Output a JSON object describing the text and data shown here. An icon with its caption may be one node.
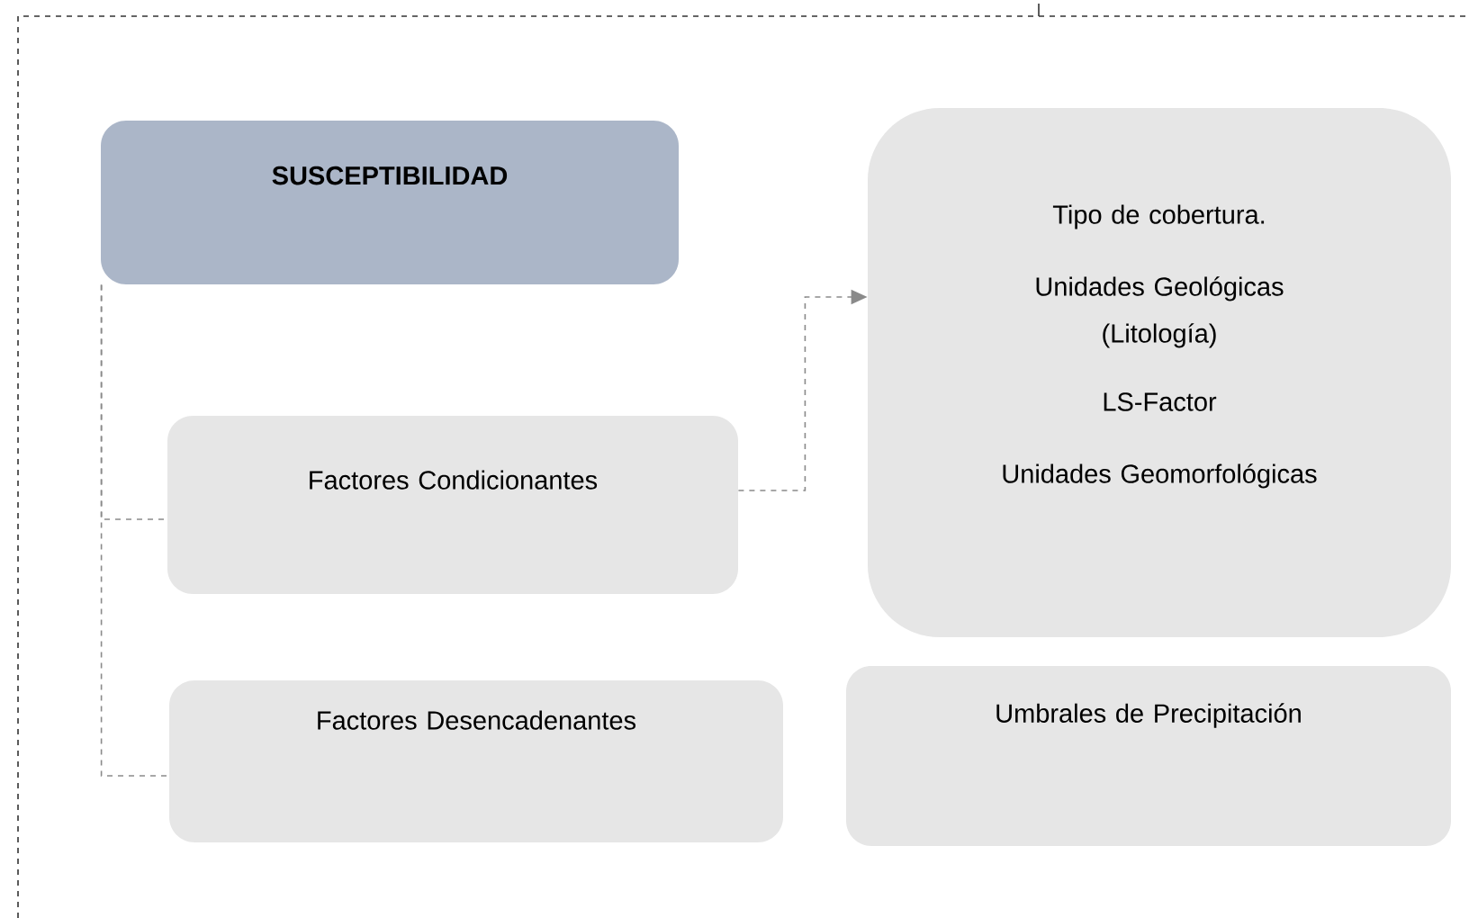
{
  "diagram": {
    "nodes": [
      {
        "text": [
          "SUSCEPTIBILIDAD"
        ]
      },
      {
        "text": [
          "Factores Condicionantes"
        ]
      },
      {
        "text": [
          "Tipo de cobertura.",
          "Unidades Geológicas (Litología)",
          "LS-Factor",
          "Unidades Geomorfológicas"
        ]
      },
      {
        "text": [
          "Factores Desencadenantes"
        ]
      },
      {
        "text": [
          "Umbrales de Precipitación"
        ]
      }
    ],
    "edges": [
      {
        "from": 0,
        "to": 1,
        "arrow": "none",
        "style": "dashed"
      },
      {
        "from": 0,
        "to": 3,
        "arrow": "none",
        "style": "dashed"
      },
      {
        "from": 1,
        "to": 2,
        "arrow": "to",
        "style": "dashed"
      }
    ]
  }
}
